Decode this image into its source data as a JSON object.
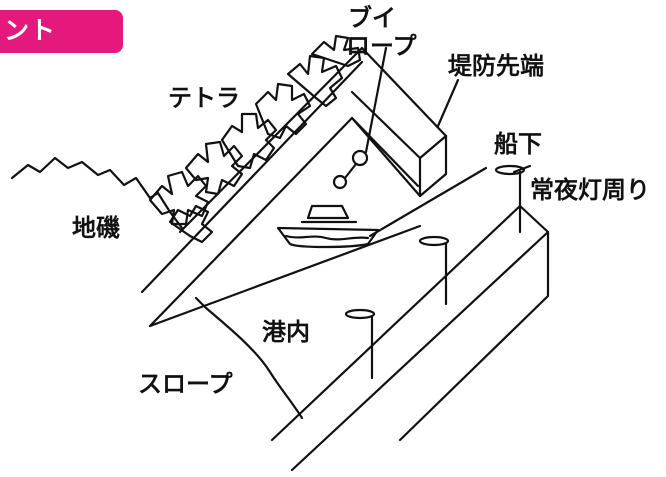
{
  "banner": {
    "text": "ント",
    "color": "#e5197b"
  },
  "labels": {
    "buoy_rope": [
      "ブイ",
      "ロープ"
    ],
    "tetra": "テトラ",
    "pier_tip": "堤防先端",
    "under_boat": "船下",
    "night_light": "常夜灯周り",
    "rocky_shore": "地磯",
    "harbor_inside": "港内",
    "slope": "スロープ"
  },
  "colors": {
    "line": "#111111",
    "background": "#ffffff"
  }
}
